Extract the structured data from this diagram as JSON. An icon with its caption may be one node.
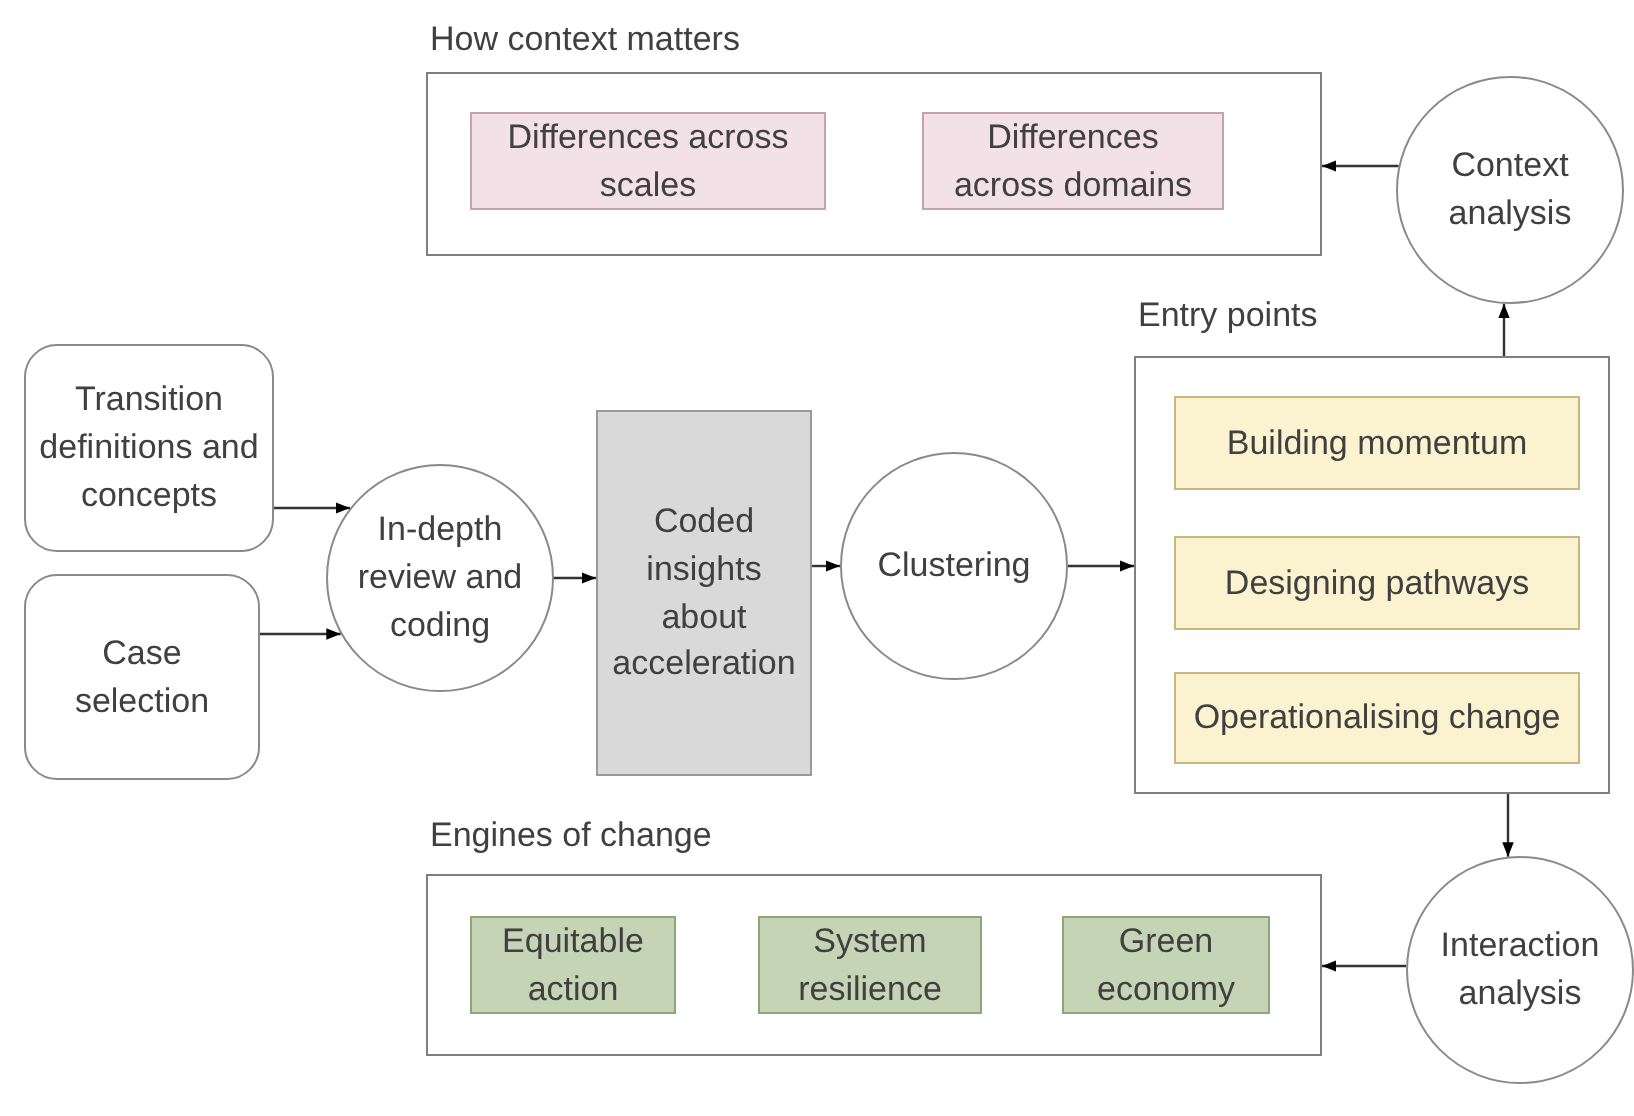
{
  "diagram": {
    "nodes": [
      {
        "text": [
          "How context matters"
        ]
      },
      {
        "text": [
          "Differences across scales"
        ],
        "in": 0
      },
      {
        "text": [
          "Differences across domains"
        ],
        "in": 0
      },
      {
        "text": [
          "Context analysis"
        ]
      },
      {
        "text": [
          "Transition definitions and concepts"
        ]
      },
      {
        "text": [
          "Case selection"
        ]
      },
      {
        "text": [
          "In-depth review and coding"
        ]
      },
      {
        "text": [
          "Coded insights about acceleration"
        ]
      },
      {
        "text": [
          "Clustering"
        ]
      },
      {
        "text": [
          "Entry points"
        ]
      },
      {
        "text": [
          "Building momentum"
        ],
        "in": 9
      },
      {
        "text": [
          "Designing pathways"
        ],
        "in": 9
      },
      {
        "text": [
          "Operationalising change"
        ],
        "in": 9
      },
      {
        "text": [
          "Engines of change"
        ]
      },
      {
        "text": [
          "Equitable action"
        ],
        "in": 13
      },
      {
        "text": [
          "System resilience"
        ],
        "in": 13
      },
      {
        "text": [
          "Green economy"
        ],
        "in": 13
      },
      {
        "text": [
          "Interaction analysis"
        ]
      }
    ],
    "edges": [
      {
        "from": 4,
        "to": 6,
        "arrow": "to"
      },
      {
        "from": 5,
        "to": 6,
        "arrow": "to"
      },
      {
        "from": 6,
        "to": 7,
        "arrow": "to"
      },
      {
        "from": 7,
        "to": 8,
        "arrow": "to"
      },
      {
        "from": 8,
        "to": 9,
        "arrow": "to"
      },
      {
        "from": 9,
        "to": 3,
        "arrow": "to"
      },
      {
        "from": 3,
        "to": 0,
        "arrow": "to"
      },
      {
        "from": 9,
        "to": 17,
        "arrow": "to"
      },
      {
        "from": 17,
        "to": 13,
        "arrow": "to"
      }
    ]
  }
}
